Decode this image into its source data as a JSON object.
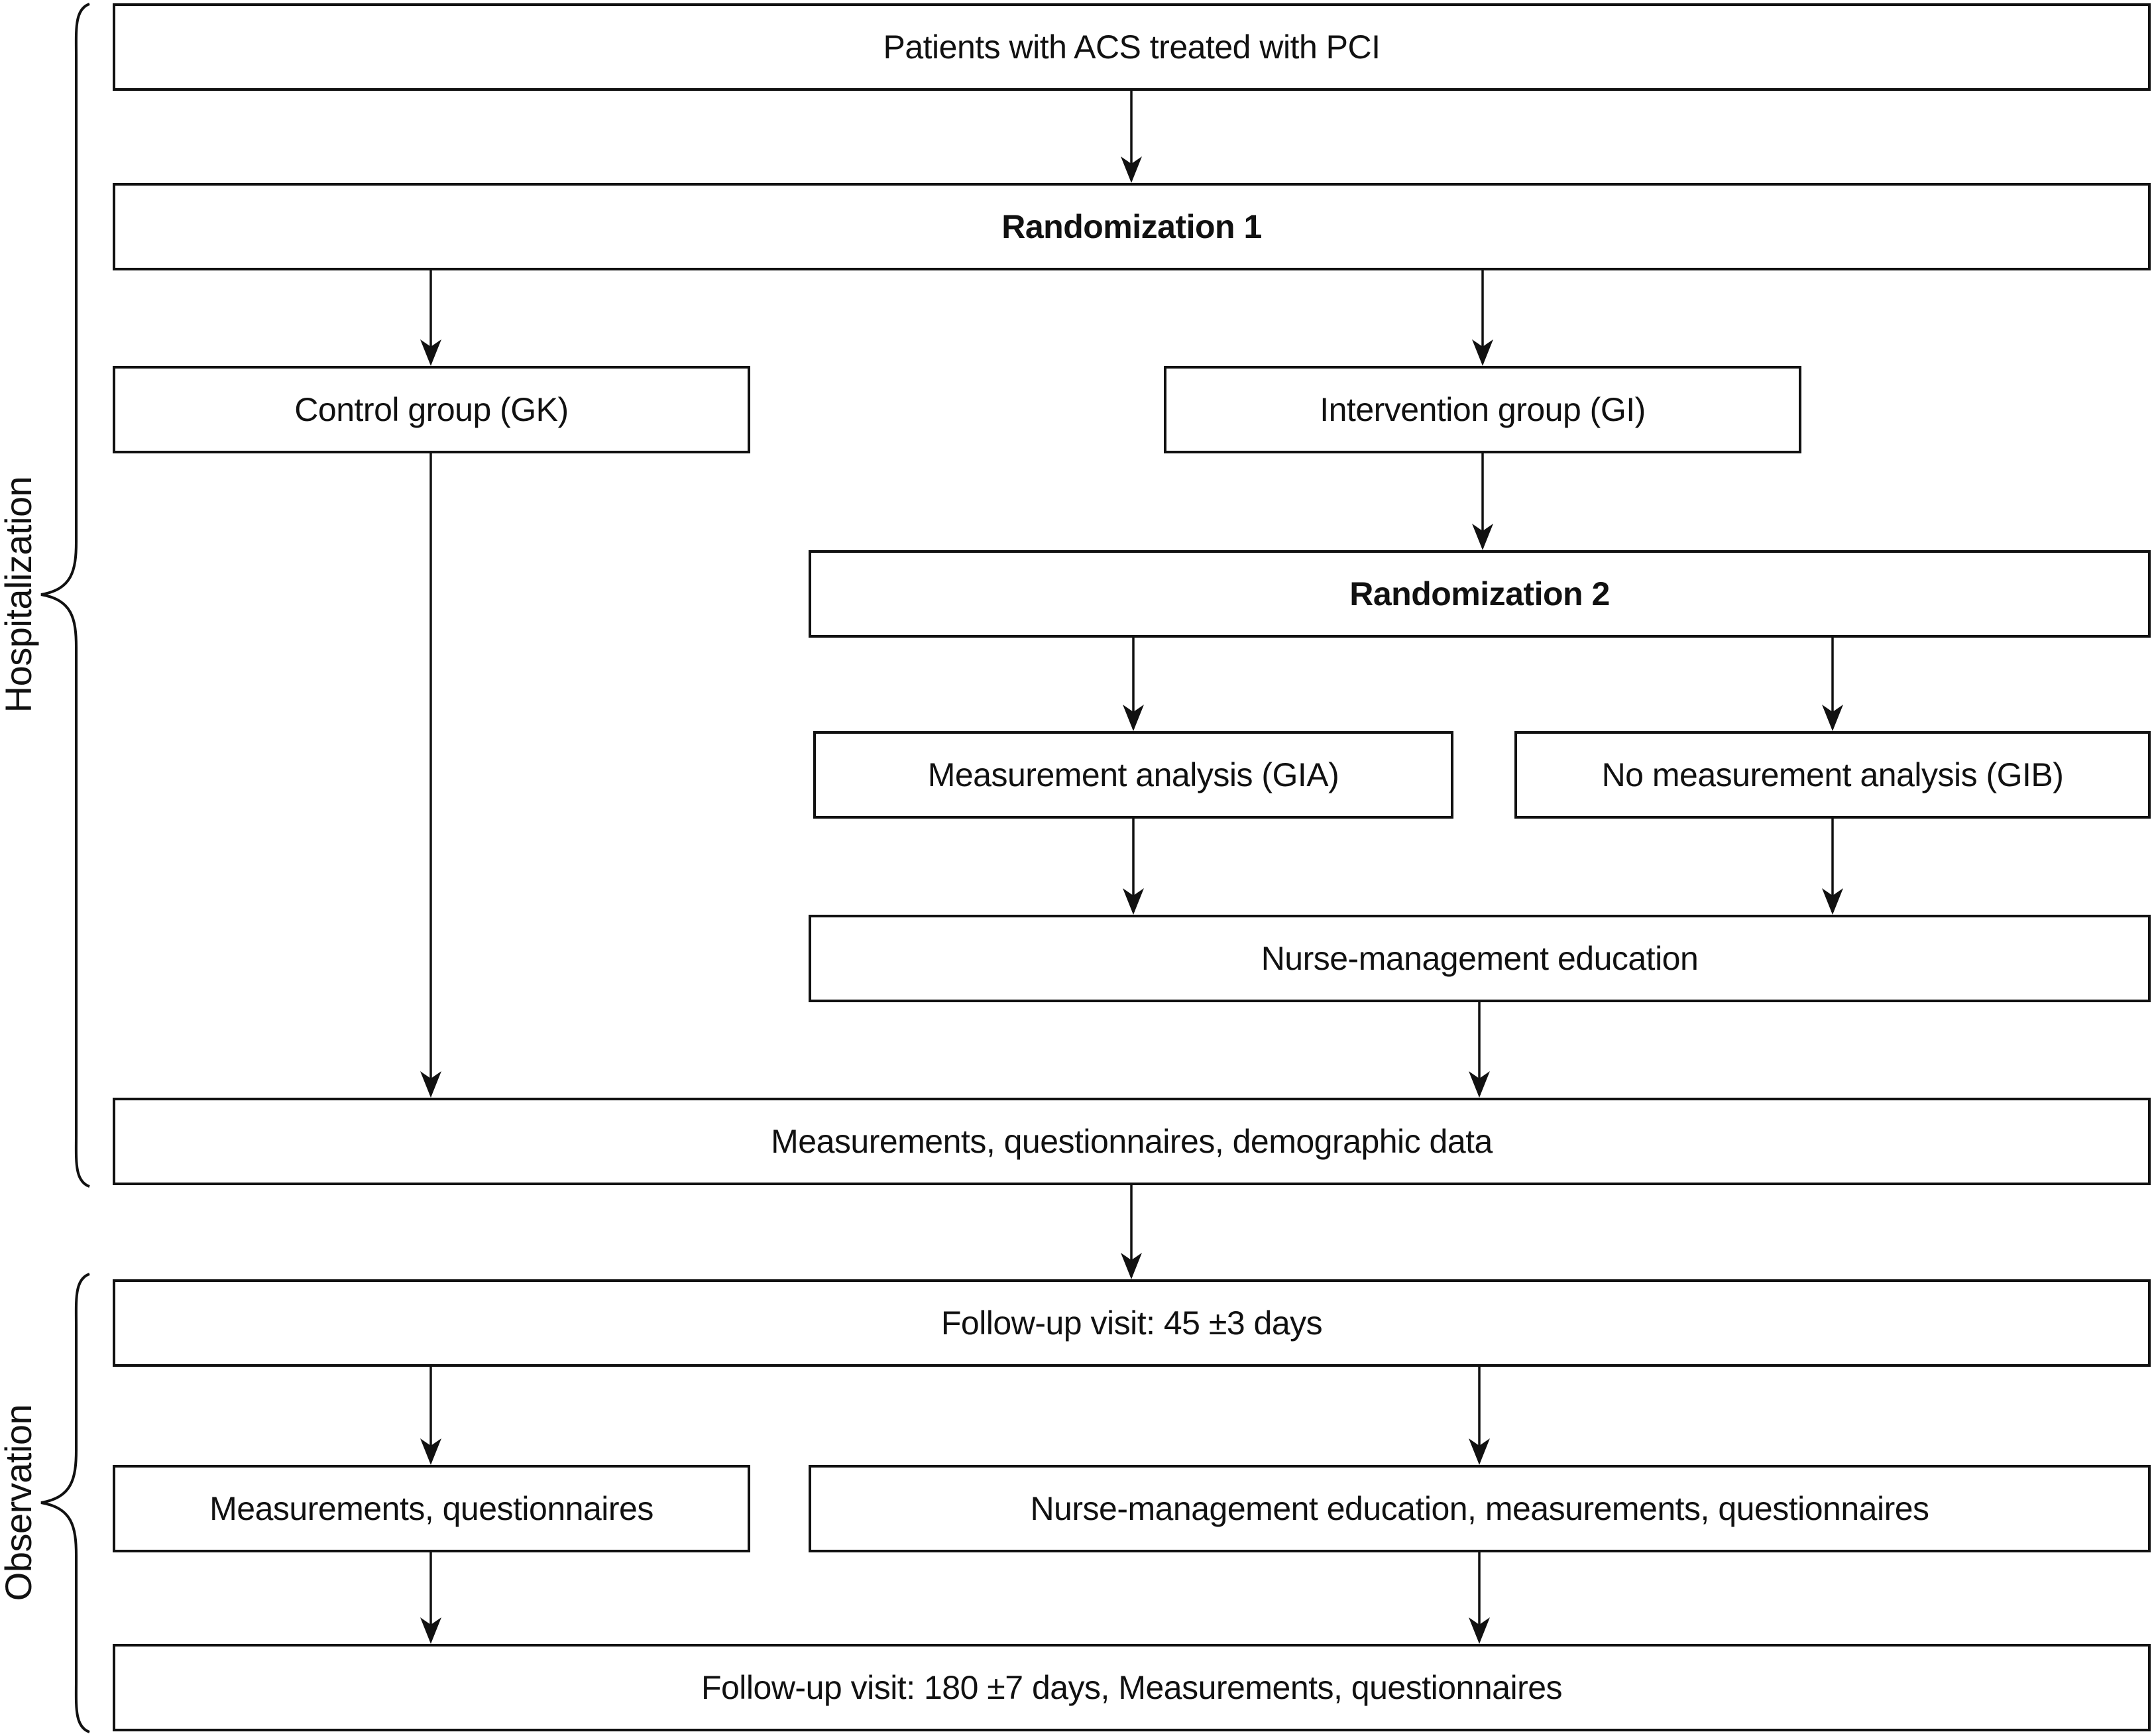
{
  "boxes": {
    "patients": "Patients with ACS treated with PCI",
    "randomization_1": "Randomization 1",
    "control_group": "Control group (GK)",
    "intervention_group": "Intervention group (GI)",
    "randomization_2": "Randomization 2",
    "measurement_analysis": "Measurement analysis (GIA)",
    "no_measurement_analysis": "No measurement analysis (GIB)",
    "nurse_management_education": "Nurse-management education",
    "measurements_questionnaires_demographic": "Measurements, questionnaires, demographic data",
    "followup_45": "Follow-up visit: 45 ±3 days",
    "measurements_questionnaires": "Measurements, questionnaires",
    "nurse_education_measurements_questionnaires": "Nurse-management education, measurements, questionnaires",
    "followup_180": "Follow-up visit: 180 ±7 days, Measurements, questionnaires"
  },
  "phase_labels": {
    "hospitalization": "Hospitalization",
    "observation": "Observation"
  },
  "colors": {
    "line": "#111111",
    "background": "#ffffff",
    "text": "#111111"
  }
}
